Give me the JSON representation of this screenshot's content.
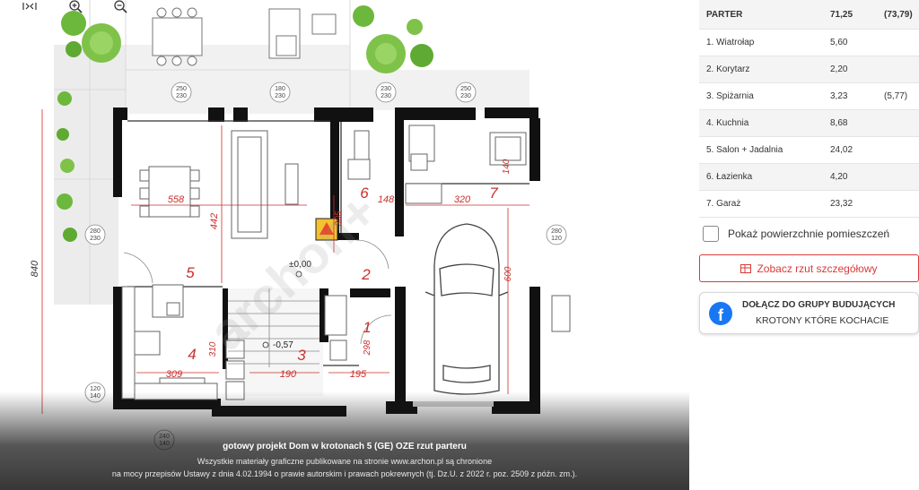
{
  "viewer": {
    "tools": [
      {
        "name": "fit-icon"
      },
      {
        "name": "zoom-in-icon"
      },
      {
        "name": "zoom-out-icon"
      }
    ],
    "plan": {
      "rooms": [
        {
          "number": "1"
        },
        {
          "number": "2"
        },
        {
          "number": "3"
        },
        {
          "number": "4"
        },
        {
          "number": "5"
        },
        {
          "number": "6"
        },
        {
          "number": "7"
        }
      ],
      "dimensions": [
        "558",
        "442",
        "305",
        "148",
        "320",
        "600",
        "140",
        "310",
        "309",
        "190",
        "195",
        "298",
        "840"
      ],
      "levels": [
        "±0,00",
        "-0,57"
      ],
      "window_labels": [
        [
          "250",
          "230"
        ],
        [
          "180",
          "230"
        ],
        [
          "230",
          "230"
        ],
        [
          "250",
          "230"
        ],
        [
          "280",
          "230"
        ],
        [
          "280",
          "120"
        ],
        [
          "120",
          "140"
        ],
        [
          "240",
          "140"
        ]
      ],
      "watermark": "archon+"
    },
    "caption": {
      "title": "gotowy projekt Dom w krotonach 5 (GE) OZE rzut parteru",
      "line1": "Wszystkie materiały graficzne publikowane na stronie www.archon.pl są chronione",
      "line2": "na mocy przepisów Ustawy z dnia 4.02.1994 o prawie autorskim i prawach pokrewnych (tj. Dz.U. z 2022 r. poz. 2509 z późn. zm.)."
    }
  },
  "areas": {
    "header": {
      "name": "PARTER",
      "area": "71,25",
      "extra": "(73,79)"
    },
    "rows": [
      {
        "name": "1. Wiatrołap",
        "area": "5,60",
        "extra": ""
      },
      {
        "name": "2. Korytarz",
        "area": "2,20",
        "extra": ""
      },
      {
        "name": "3. Spiżarnia",
        "area": "3,23",
        "extra": "(5,77)"
      },
      {
        "name": "4. Kuchnia",
        "area": "8,68",
        "extra": ""
      },
      {
        "name": "5. Salon + Jadalnia",
        "area": "24,02",
        "extra": ""
      },
      {
        "name": "6. Łazienka",
        "area": "4,20",
        "extra": ""
      },
      {
        "name": "7. Garaż",
        "area": "23,32",
        "extra": ""
      }
    ]
  },
  "show_areas": {
    "label": "Pokaż powierzchnie pomieszczeń",
    "checked": false
  },
  "detail_button": {
    "label": "Zobacz rzut szczegółowy"
  },
  "facebook": {
    "line1": "DOŁĄCZ DO GRUPY BUDUJĄCYCH",
    "line2": "KROTONY KTÓRE KOCHACIE",
    "logo_letter": "f"
  },
  "colors": {
    "accent_red": "#d93a3a",
    "facebook_blue": "#1877f2",
    "dimension_red": "#c9302c"
  }
}
